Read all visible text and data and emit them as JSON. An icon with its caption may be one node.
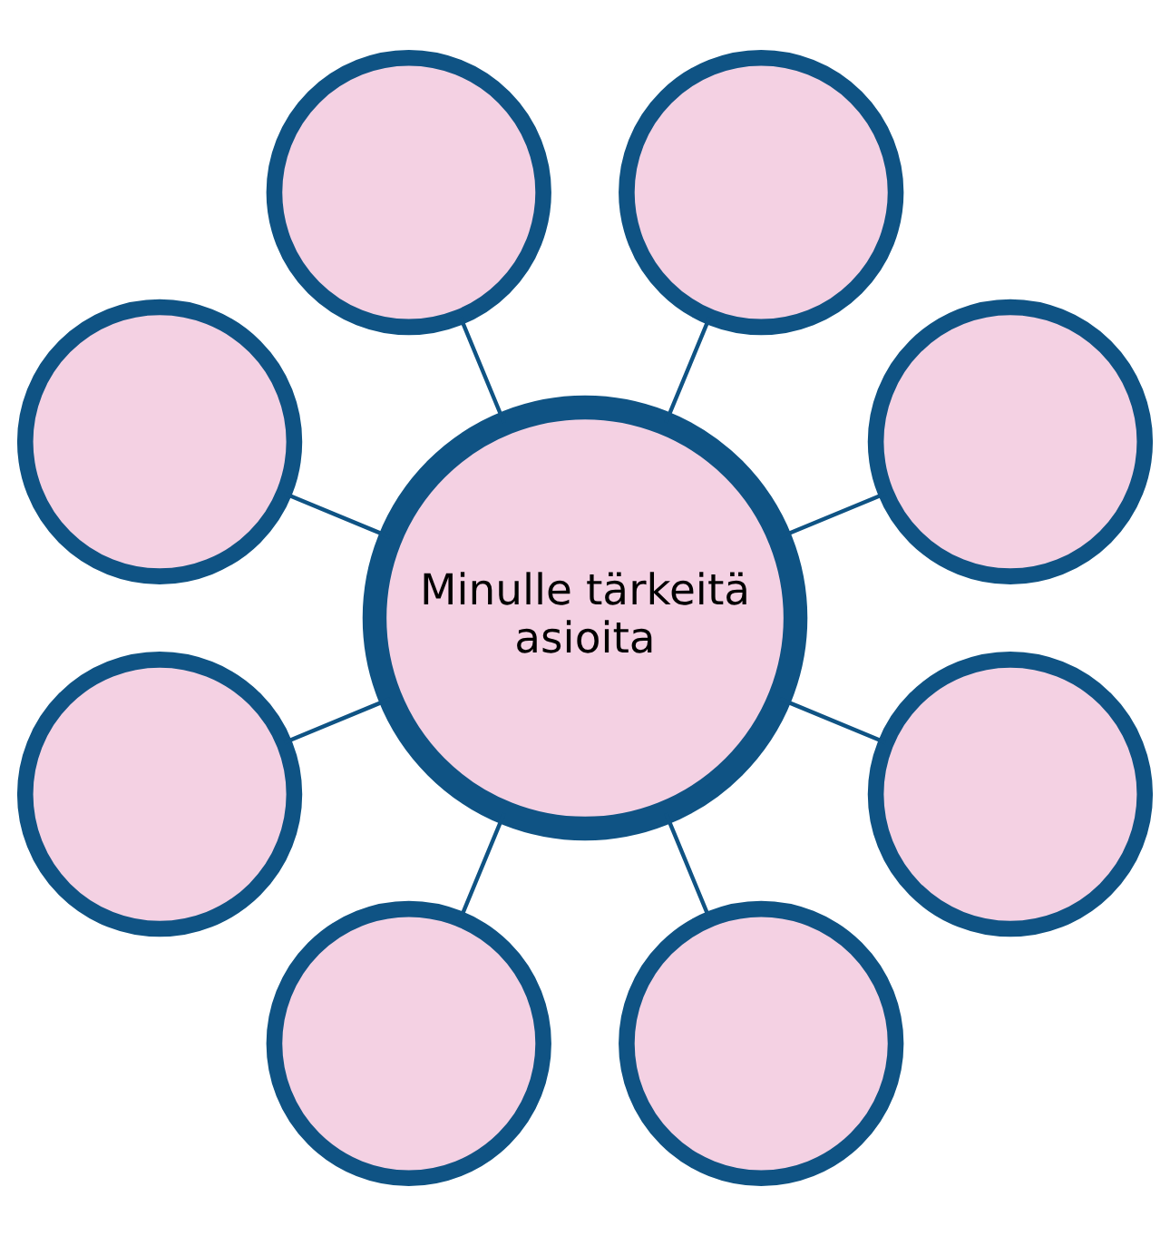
{
  "diagram": {
    "nodes": [
      {
        "text": [
          "Minulle tärkeitä asioita"
        ]
      },
      {
        "text": [],
        "shape": "circle"
      },
      {
        "text": [],
        "shape": "circle"
      },
      {
        "text": [],
        "shape": "circle"
      },
      {
        "text": [],
        "shape": "circle"
      },
      {
        "text": [],
        "shape": "circle"
      },
      {
        "text": [],
        "shape": "circle"
      },
      {
        "text": [],
        "shape": "circle"
      },
      {
        "text": [],
        "shape": "circle"
      }
    ],
    "edges": [
      {
        "from": 0,
        "to": 1,
        "arrow": "none"
      },
      {
        "from": 0,
        "to": 3,
        "arrow": "none"
      },
      {
        "from": 0,
        "to": 5,
        "arrow": "none"
      },
      {
        "from": 0,
        "to": 7,
        "arrow": "none"
      },
      {
        "from": 0,
        "to": 8,
        "arrow": "none"
      },
      {
        "from": 0,
        "to": 6,
        "arrow": "none"
      },
      {
        "from": 0,
        "to": 4,
        "arrow": "none"
      },
      {
        "from": 0,
        "to": 2,
        "arrow": "none"
      }
    ]
  }
}
